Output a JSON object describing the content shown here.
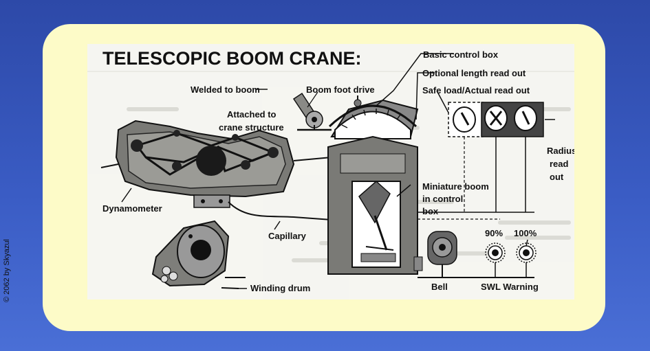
{
  "copyright": "© 2062 by Skyazul",
  "diagram": {
    "title": "TELESCOPIC BOOM CRANE:",
    "labels": {
      "basic_control_box": "Basic control box",
      "optional_length": "Optional length read out",
      "safe_load": "Safe load/Actual read out",
      "welded_to_boom": "Welded to boom",
      "boom_foot_drive": "Boom foot drive",
      "attached_to": "Attached to",
      "crane_structure": "crane structure",
      "radius": "Radius",
      "read": "read",
      "out": "out",
      "miniature_boom": "Miniature boom",
      "in_control": "in control",
      "box": "box",
      "dynamometer": "Dynamometer",
      "capillary": "Capillary",
      "winding_drum": "Winding drum",
      "bell": "Bell",
      "pct90": "90%",
      "pct100": "100%",
      "swl_warning": "SWL Warning"
    }
  }
}
